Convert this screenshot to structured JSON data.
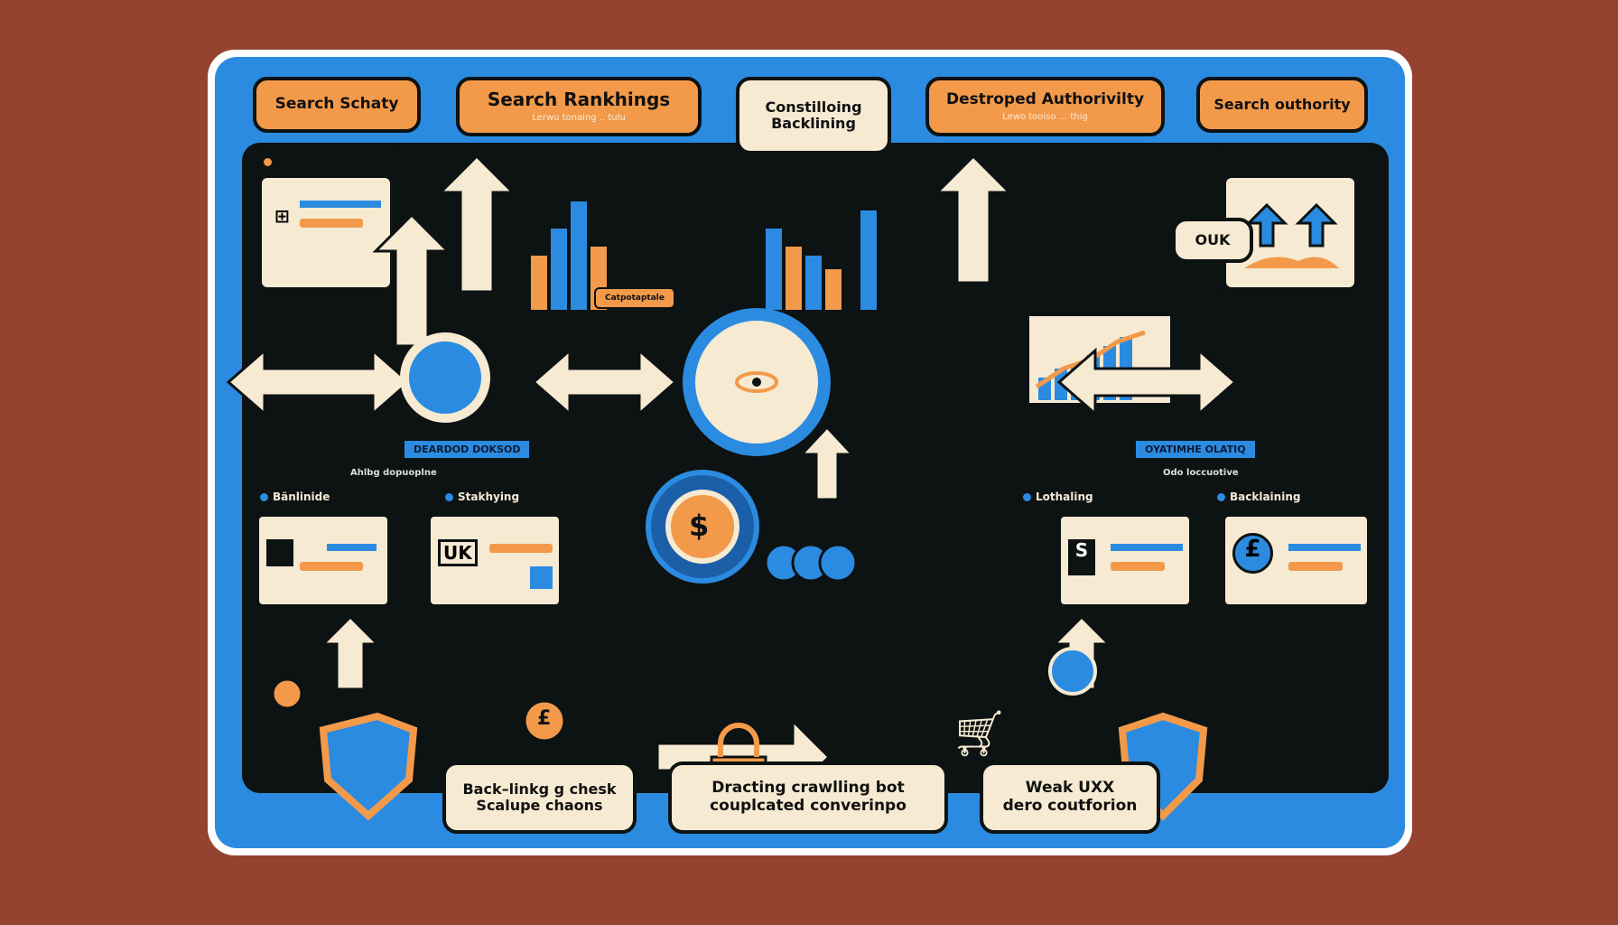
{
  "top_labels": [
    {
      "title": "Search Schaty",
      "subtitle": ""
    },
    {
      "title": "Search Rankhings",
      "subtitle": "Lerwu tonaing .. tulu"
    },
    {
      "title": "Constilloing Backlining",
      "subtitle": ""
    },
    {
      "title": "Destroped Authorivilty",
      "subtitle": "Lewo tooiso ... thig"
    },
    {
      "title": "Search outhority",
      "subtitle": ""
    }
  ],
  "middle_labels": [
    "Bänlinide",
    "Stakhying",
    "Lothaling",
    "Backlaining"
  ],
  "banners": [
    "DEARDOD DOKSOD",
    "OYATIMHE OLATIQ"
  ],
  "captions": [
    "Ahlbg dopuoplne",
    "Odo loccuotive"
  ],
  "chart_caption": "Catpotaptale",
  "badges": {
    "ouk": "OUK",
    "uk": "UK",
    "coin": "$",
    "pound": "£"
  },
  "bottom_labels": [
    {
      "line1": "Back–linkg g chesk",
      "line2": "Scalupe chaons"
    },
    {
      "line1": "Dracting crawlling bot",
      "line2": "couplcated converinpo"
    },
    {
      "line1": "Weak UXX",
      "line2": "dero coutforion"
    }
  ],
  "colors": {
    "background": "#93432f",
    "blue": "#2b8be0",
    "orange": "#f29a4a",
    "cream": "#f6ead2",
    "dark": "#0d1213"
  }
}
